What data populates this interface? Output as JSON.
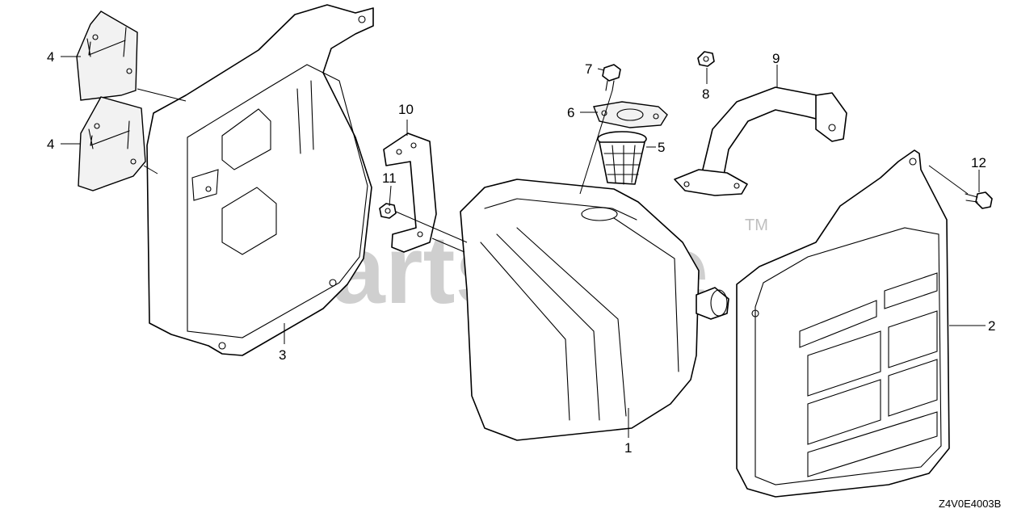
{
  "watermark": {
    "text": "PartsTree",
    "trademark": "TM"
  },
  "diagram_code": "Z4V0E4003B",
  "callouts": [
    {
      "id": "c4a",
      "label": "4"
    },
    {
      "id": "c4b",
      "label": "4"
    },
    {
      "id": "c3",
      "label": "3"
    },
    {
      "id": "c10",
      "label": "10"
    },
    {
      "id": "c11",
      "label": "11"
    },
    {
      "id": "c7",
      "label": "7"
    },
    {
      "id": "c6",
      "label": "6"
    },
    {
      "id": "c5",
      "label": "5"
    },
    {
      "id": "c8",
      "label": "8"
    },
    {
      "id": "c9",
      "label": "9"
    },
    {
      "id": "c12",
      "label": "12"
    },
    {
      "id": "c2",
      "label": "2"
    },
    {
      "id": "c1",
      "label": "1"
    }
  ]
}
